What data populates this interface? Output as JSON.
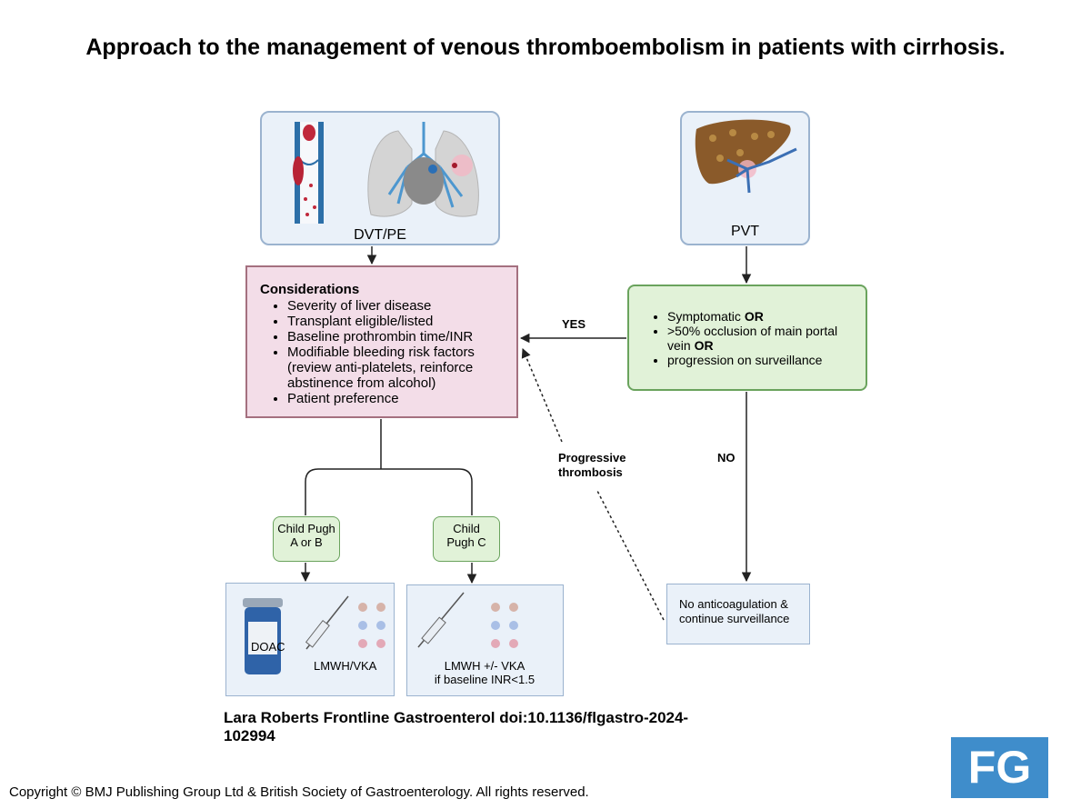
{
  "title": "Approach to the management of venous thromboembolism in patients with cirrhosis.",
  "nodes": {
    "dvt_pe": "DVT/PE",
    "pvt": "PVT",
    "considerations": {
      "heading": "Considerations",
      "items": [
        "Severity of liver disease",
        "Transplant eligible/listed",
        "Baseline prothrombin time/INR",
        "Modifiable bleeding risk factors (review anti-platelets, reinforce abstinence from alcohol)",
        "Patient preference"
      ]
    },
    "criteria": {
      "item1_text": "Symptomatic ",
      "item1_bold": "OR",
      "item2_text": ">50% occlusion of main portal vein ",
      "item2_bold": "OR",
      "item3_text": "progression on surveillance"
    },
    "child_pugh_ab": {
      "line1": "Child Pugh",
      "line2": "A or B"
    },
    "child_pugh_c": {
      "line1": "Child",
      "line2": "Pugh C"
    },
    "treatment_ab": {
      "bottle_label": "DOAC",
      "label": "LMWH/VKA"
    },
    "treatment_c": {
      "line1": "LMWH +/- VKA",
      "line2": "if baseline INR<1.5"
    },
    "no_anticoag": {
      "line1": "No anticoagulation &",
      "line2": "continue surveillance"
    }
  },
  "edge_labels": {
    "yes": "YES",
    "no": "NO",
    "progressive_line1": "Progressive",
    "progressive_line2": "thrombosis"
  },
  "source": "Lara Roberts Frontline Gastroenterol doi:10.1136/flgastro-2024-102994",
  "copyright": "Copyright © BMJ Publishing Group Ltd & British Society of Gastroenterology. All rights reserved.",
  "logo_text": "FG",
  "colors": {
    "blue_box": "#eaf1f9",
    "pink_box": "#f3dde8",
    "green_box": "#e1f2d8",
    "logo": "#3f8dcb"
  }
}
